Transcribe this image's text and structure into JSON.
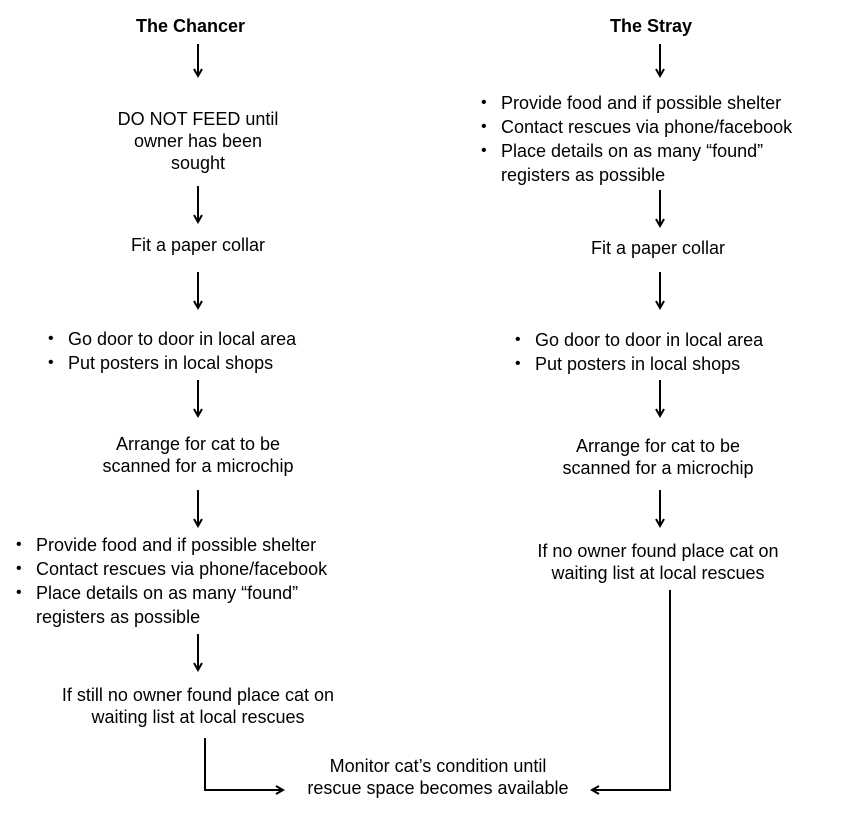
{
  "colors": {
    "text": "#000000",
    "arrow": "#000000",
    "background": "#ffffff"
  },
  "left": {
    "title": "The Chancer",
    "step1": [
      "DO NOT FEED until",
      "owner has been",
      "sought"
    ],
    "step2": "Fit a paper collar",
    "step3": [
      "Go door to door in local area",
      "Put posters in local shops"
    ],
    "step4": [
      "Arrange for cat to be",
      "scanned for a microchip"
    ],
    "step5": [
      {
        "lines": [
          "Provide food and if possible shelter"
        ]
      },
      {
        "lines": [
          "Contact rescues via phone/facebook"
        ]
      },
      {
        "lines": [
          "Place details on as many “found”",
          "registers as possible"
        ]
      }
    ],
    "step6": [
      "If still no owner found  place cat on",
      "waiting list at local rescues"
    ]
  },
  "right": {
    "title": "The Stray",
    "step1": [
      {
        "lines": [
          "Provide food and if possible shelter"
        ]
      },
      {
        "lines": [
          "Contact rescues via phone/facebook"
        ]
      },
      {
        "lines": [
          "Place details on as many “found”",
          "registers as possible"
        ]
      }
    ],
    "step2": "Fit a paper collar",
    "step3": [
      "Go door to door in local area",
      "Put posters in local shops"
    ],
    "step4": [
      "Arrange for cat to be",
      "scanned for a microchip"
    ],
    "step5": [
      "If no owner found place cat on",
      "waiting list at local rescues"
    ]
  },
  "final": [
    "Monitor cat’s condition until",
    "rescue space becomes available"
  ]
}
